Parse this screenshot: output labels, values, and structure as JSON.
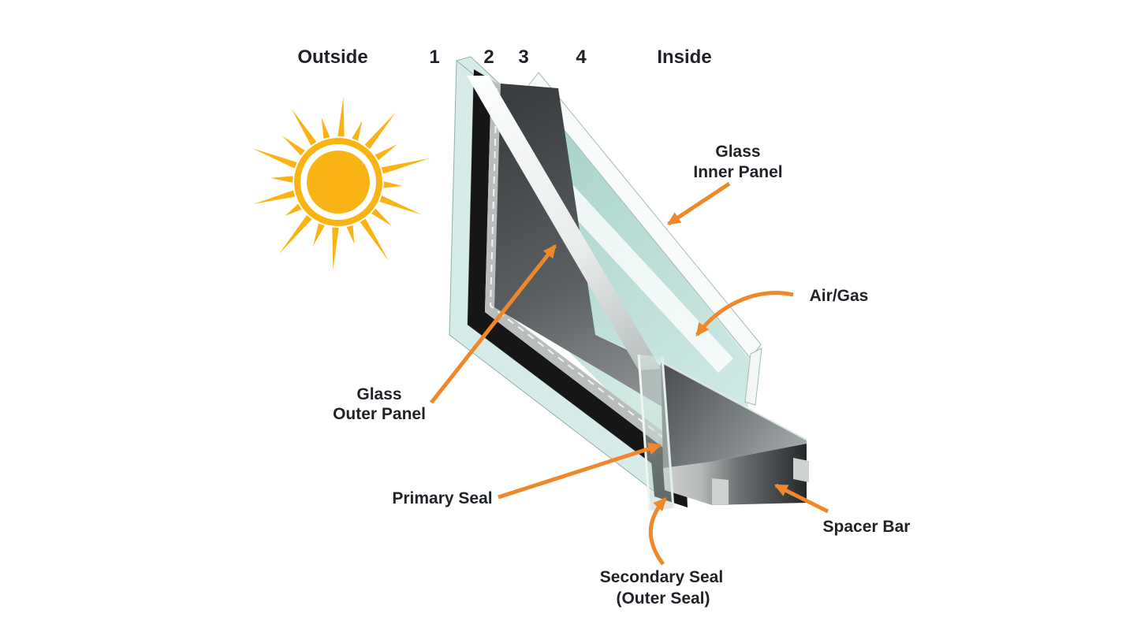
{
  "diagram": {
    "top_row": {
      "outside": "Outside",
      "surface_numbers": [
        "1",
        "2",
        "3",
        "4"
      ],
      "inside": "Inside"
    },
    "annotations": {
      "glass_inner_panel": {
        "line1": "Glass",
        "line2": "Inner Panel"
      },
      "air_gas": {
        "line1": "Air/Gas"
      },
      "glass_outer_panel": {
        "line1": "Glass",
        "line2": "Outer Panel"
      },
      "primary_seal": {
        "line1": "Primary Seal"
      },
      "secondary_seal": {
        "line1": "Secondary Seal",
        "line2": "(Outer Seal)"
      },
      "spacer_bar": {
        "line1": "Spacer Bar"
      }
    },
    "colors": {
      "sun": "#F9B414",
      "arrow": "#F0872B",
      "label_text": "#1F2328",
      "seal_black": "#161616",
      "glass_teal": "#D7ECE8",
      "glass_mint": "#B5DCD4",
      "spacer_gray": "#9EA3A5"
    },
    "icon": "sun-icon"
  }
}
